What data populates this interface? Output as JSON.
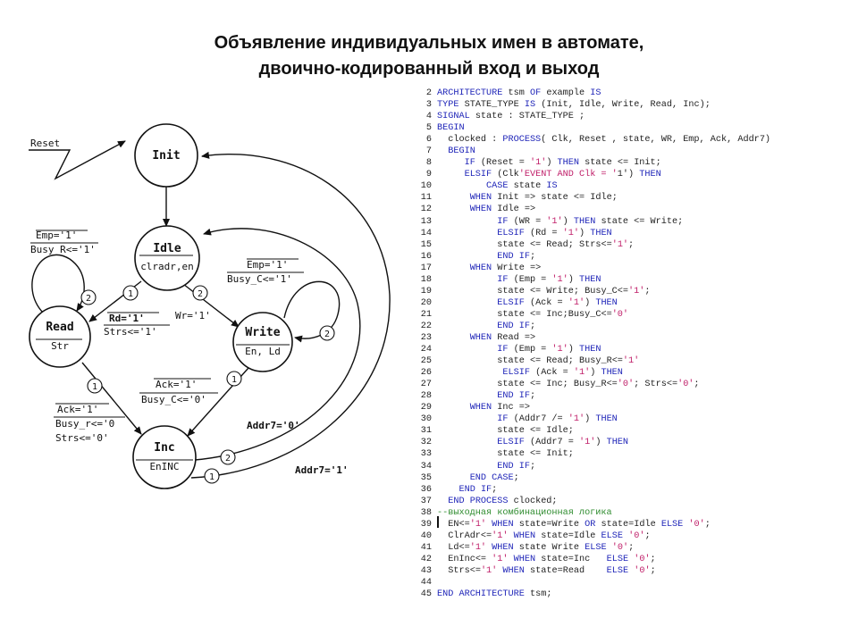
{
  "title": {
    "line1": "Объявление индивидуальных имен в автомате,",
    "line2": "двоично-кодированный вход и выход"
  },
  "fsm": {
    "states": [
      {
        "name": "Init",
        "output": ""
      },
      {
        "name": "Idle",
        "output": "clradr,en"
      },
      {
        "name": "Read",
        "output": "Str"
      },
      {
        "name": "Write",
        "output": "En, Ld"
      },
      {
        "name": "Inc",
        "output": "EnINC"
      }
    ],
    "reset_label": "Reset",
    "labels": {
      "idle_read": "Rd='1'",
      "idle_read_out": "Strs<='1'",
      "idle_write": "Wr='1'",
      "read_self_cond": "Emp='1'",
      "read_self_out": "Busy_R<='1'",
      "write_self_cond": "Emp='1'",
      "write_self_out": "Busy_C<='1'",
      "read_inc_cond": "Ack='1'",
      "read_inc_out1": "Busy_r<='0",
      "read_inc_out2": "Strs<='0'",
      "write_inc_cond": "Ack='1'",
      "write_inc_out": "Busy_C<='0'",
      "inc_idle": "Addr7='0'",
      "inc_init": "Addr7='1'"
    },
    "priorities": [
      "1",
      "2",
      "2",
      "1",
      "1",
      "2",
      "1",
      "2"
    ]
  },
  "code": [
    {
      "n": "2",
      "t": "ARCHITECTURE tsm OF example IS"
    },
    {
      "n": "3",
      "t": "TYPE STATE_TYPE IS (Init, Idle, Write, Read, Inc);"
    },
    {
      "n": "4",
      "t": "SIGNAL state : STATE_TYPE ;"
    },
    {
      "n": "5",
      "t": "BEGIN"
    },
    {
      "n": "6",
      "t": "  clocked : PROCESS( Clk, Reset , state, WR, Emp, Ack, Addr7)"
    },
    {
      "n": "7",
      "t": "  BEGIN"
    },
    {
      "n": "8",
      "t": "     IF (Reset = '1') THEN state <= Init;"
    },
    {
      "n": "9",
      "t": "     ELSIF (Clk'EVENT AND Clk = '1') THEN"
    },
    {
      "n": "10",
      "t": "         CASE state IS"
    },
    {
      "n": "11",
      "t": "      WHEN Init => state <= Idle;"
    },
    {
      "n": "12",
      "t": "      WHEN Idle =>"
    },
    {
      "n": "13",
      "t": "           IF (WR = '1') THEN state <= Write;"
    },
    {
      "n": "14",
      "t": "           ELSIF (Rd = '1') THEN"
    },
    {
      "n": "15",
      "t": "           state <= Read; Strs<='1';"
    },
    {
      "n": "16",
      "t": "           END IF;"
    },
    {
      "n": "17",
      "t": "      WHEN Write =>"
    },
    {
      "n": "18",
      "t": "           IF (Emp = '1') THEN"
    },
    {
      "n": "19",
      "t": "           state <= Write; Busy_C<='1';"
    },
    {
      "n": "20",
      "t": "           ELSIF (Ack = '1') THEN"
    },
    {
      "n": "21",
      "t": "           state <= Inc;Busy_C<='0'"
    },
    {
      "n": "22",
      "t": "           END IF;"
    },
    {
      "n": "23",
      "t": "      WHEN Read =>"
    },
    {
      "n": "24",
      "t": "           IF (Emp = '1') THEN"
    },
    {
      "n": "25",
      "t": "           state <= Read; Busy_R<='1'"
    },
    {
      "n": "26",
      "t": "            ELSIF (Ack = '1') THEN"
    },
    {
      "n": "27",
      "t": "           state <= Inc; Busy_R<='0'; Strs<='0';"
    },
    {
      "n": "28",
      "t": "           END IF;"
    },
    {
      "n": "29",
      "t": "      WHEN Inc =>"
    },
    {
      "n": "30",
      "t": "           IF (Addr7 /= '1') THEN"
    },
    {
      "n": "31",
      "t": "           state <= Idle;"
    },
    {
      "n": "32",
      "t": "           ELSIF (Addr7 = '1') THEN"
    },
    {
      "n": "33",
      "t": "           state <= Init;"
    },
    {
      "n": "34",
      "t": "           END IF;"
    },
    {
      "n": "35",
      "t": "      END CASE;"
    },
    {
      "n": "36",
      "t": "    END IF;"
    },
    {
      "n": "37",
      "t": "  END PROCESS clocked;"
    },
    {
      "n": "38",
      "t": "--выходная комбинационная логика"
    },
    {
      "n": "39",
      "t": "  EN<='1' WHEN state=Write OR state=Idle ELSE '0';"
    },
    {
      "n": "40",
      "t": "  ClrAdr<='1' WHEN state=Idle ELSE '0';"
    },
    {
      "n": "41",
      "t": "  Ld<='1' WHEN state Write ELSE '0';"
    },
    {
      "n": "42",
      "t": "  EnInc<= '1' WHEN state=Inc   ELSE '0';"
    },
    {
      "n": "43",
      "t": "  Strs<='1' WHEN state=Read    ELSE '0';"
    },
    {
      "n": "44",
      "t": ""
    },
    {
      "n": "45",
      "t": "END ARCHITECTURE tsm;"
    }
  ],
  "colors": {
    "keyword": "#1f25b8",
    "string": "#c0206a",
    "comment": "#2f8c2f",
    "text": "#222222"
  }
}
